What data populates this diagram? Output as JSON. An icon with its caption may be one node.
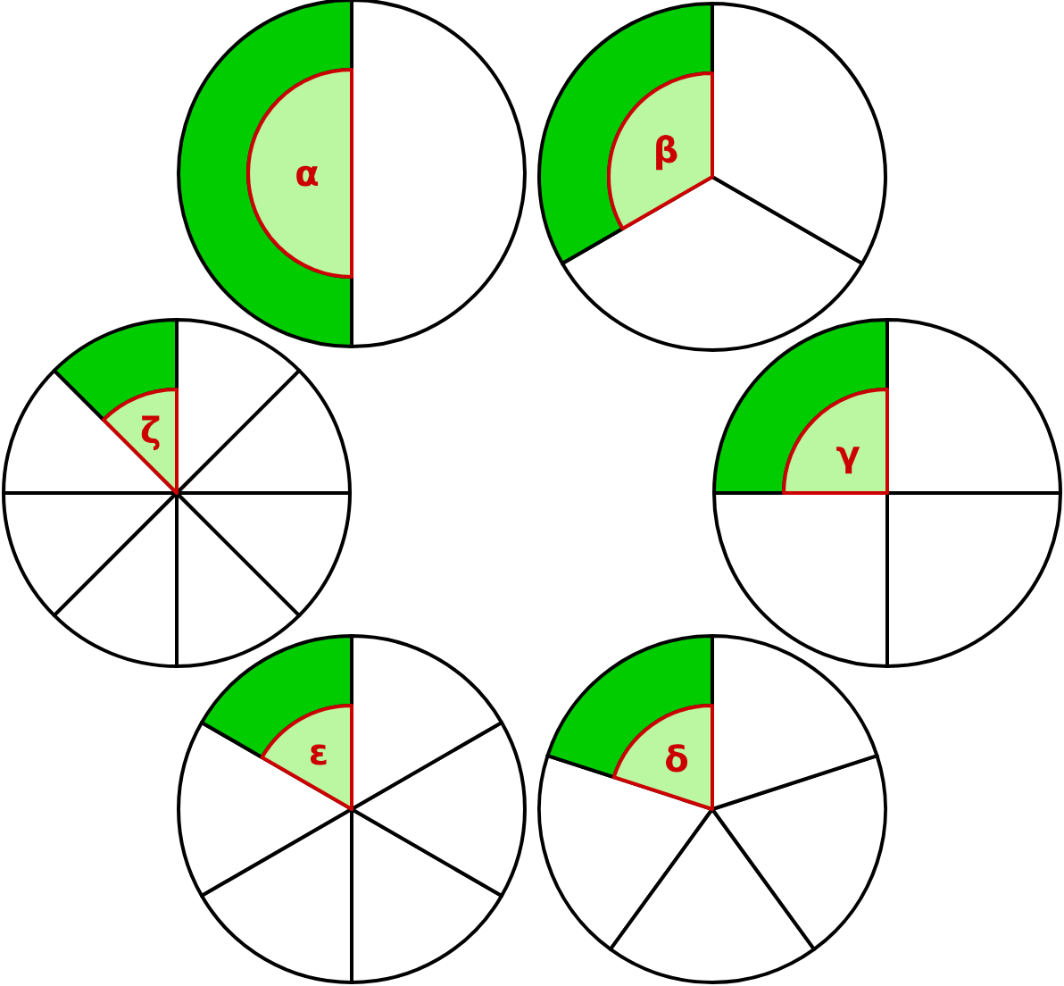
{
  "diagram": {
    "nodes": [
      {
        "text": [
          "α"
        ]
      },
      {
        "text": [
          "β"
        ]
      },
      {
        "text": [
          "ζ"
        ]
      },
      {
        "text": [
          "γ"
        ]
      },
      {
        "text": [
          "ε"
        ]
      },
      {
        "text": [
          "δ"
        ]
      }
    ]
  }
}
